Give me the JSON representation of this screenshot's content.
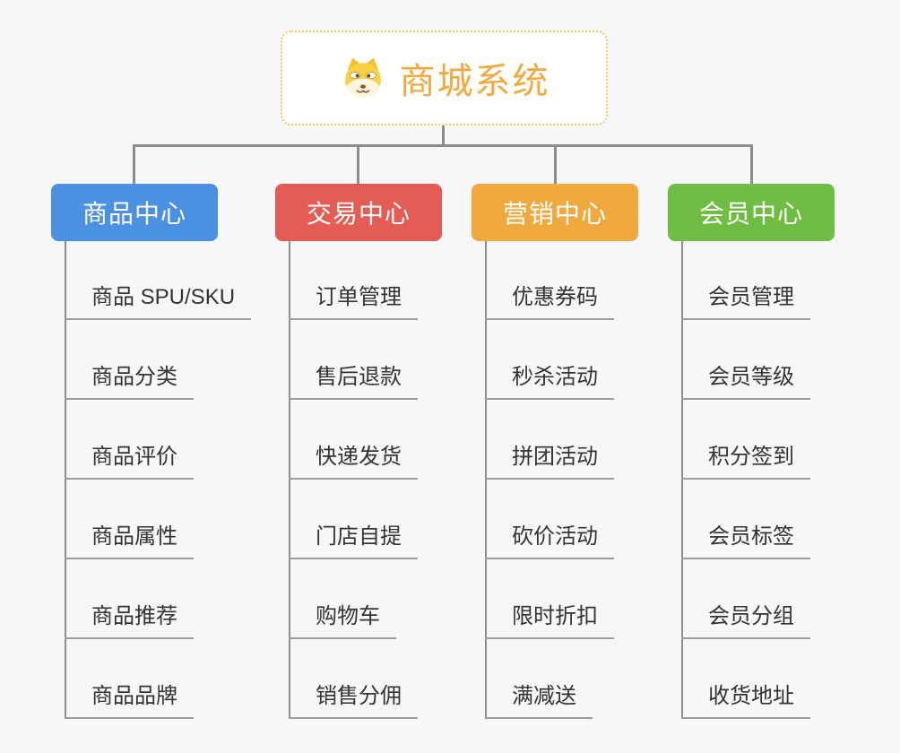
{
  "theme": {
    "background": "#f7f7f7",
    "connector_color": "#8c8c8c",
    "underline_color": "#9c9c9c",
    "item_text_color": "#333333"
  },
  "root": {
    "title": "商城系统",
    "icon": "dog-face-icon",
    "text_color": "#f2a93d",
    "border_color": "#f2c566"
  },
  "branches": [
    {
      "label": "商品中心",
      "color": "#4b90e2",
      "items": [
        "商品 SPU/SKU",
        "商品分类",
        "商品评价",
        "商品属性",
        "商品推荐",
        "商品品牌"
      ]
    },
    {
      "label": "交易中心",
      "color": "#e55c55",
      "items": [
        "订单管理",
        "售后退款",
        "快递发货",
        "门店自提",
        "购物车",
        "销售分佣"
      ]
    },
    {
      "label": "营销中心",
      "color": "#efa93e",
      "items": [
        "优惠券码",
        "秒杀活动",
        "拼团活动",
        "砍价活动",
        "限时折扣",
        "满减送"
      ]
    },
    {
      "label": "会员中心",
      "color": "#6fbe43",
      "items": [
        "会员管理",
        "会员等级",
        "积分签到",
        "会员标签",
        "会员分组",
        "收货地址"
      ]
    }
  ]
}
